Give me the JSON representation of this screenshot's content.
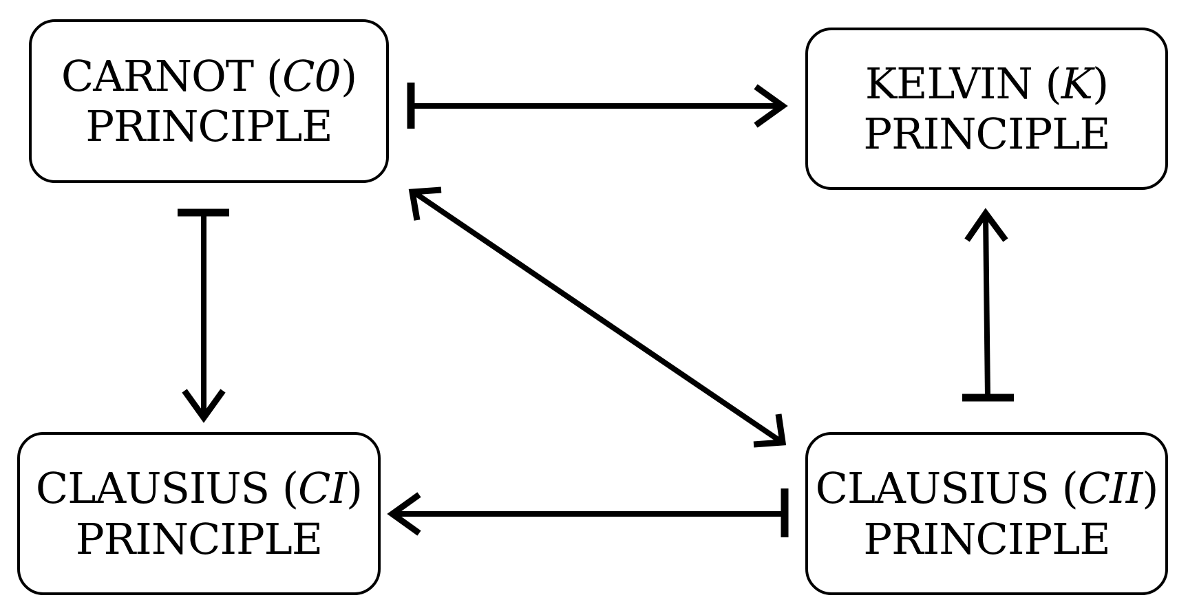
{
  "boxes": {
    "carnot": {
      "name": "CARNOT",
      "symbol": "C0",
      "label": "PRINCIPLE"
    },
    "kelvin": {
      "name": "KELVIN",
      "symbol": "K",
      "label": "PRINCIPLE"
    },
    "clausius_i": {
      "name": "CLAUSIUS",
      "symbol": "CI",
      "label": "PRINCIPLE"
    },
    "clausius_ii": {
      "name": "CLAUSIUS",
      "symbol": "CII",
      "label": "PRINCIPLE"
    }
  },
  "edges": [
    {
      "from": "carnot",
      "to": "kelvin",
      "style": "tee-to-arrow"
    },
    {
      "from": "carnot",
      "to": "clausius_i",
      "style": "tee-to-arrow"
    },
    {
      "from": "carnot",
      "to": "clausius_ii",
      "style": "double-arrow"
    },
    {
      "from": "clausius_ii",
      "to": "kelvin",
      "style": "tee-to-arrow"
    },
    {
      "from": "clausius_ii",
      "to": "clausius_i",
      "style": "tee-to-arrow"
    }
  ],
  "colors": {
    "stroke": "#000000",
    "background": "#ffffff"
  }
}
